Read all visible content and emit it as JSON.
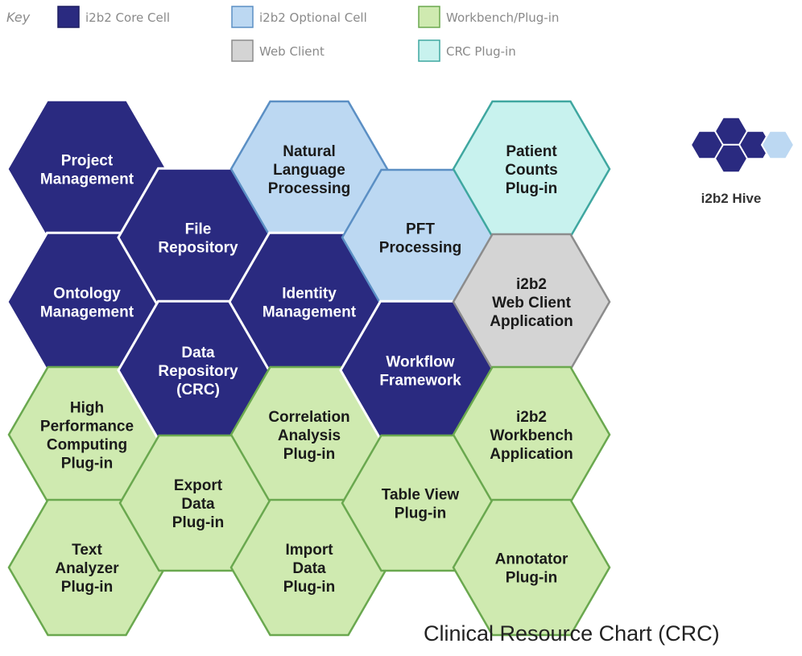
{
  "key": {
    "title": "Key",
    "items": [
      {
        "label": "i2b2 Core Cell",
        "type": "core"
      },
      {
        "label": "i2b2 Optional Cell",
        "type": "optional"
      },
      {
        "label": "Workbench/Plug-in",
        "type": "plugin"
      },
      {
        "label": "Web Client",
        "type": "web"
      },
      {
        "label": "CRC Plug-in",
        "type": "crc"
      }
    ]
  },
  "styles": {
    "core": {
      "fill": "#2a2a80",
      "stroke": "#ffffff",
      "text": "#ffffff"
    },
    "optional": {
      "fill": "#bcd8f2",
      "stroke": "#5b8fc4",
      "text": "#1a1a1a"
    },
    "plugin": {
      "fill": "#cfeab0",
      "stroke": "#6aa84f",
      "text": "#1a1a1a"
    },
    "web": {
      "fill": "#d4d4d4",
      "stroke": "#8c8c8c",
      "text": "#1a1a1a"
    },
    "crc": {
      "fill": "#c8f2ee",
      "stroke": "#3fa7a0",
      "text": "#1a1a1a"
    }
  },
  "cells": [
    {
      "name": "project-management",
      "type": "core",
      "lines": [
        "Project",
        "Management"
      ]
    },
    {
      "name": "ontology-management",
      "type": "core",
      "lines": [
        "Ontology",
        "Management"
      ]
    },
    {
      "name": "high-performance-computing",
      "type": "plugin",
      "lines": [
        "High",
        "Performance",
        "Computing",
        "Plug-in"
      ]
    },
    {
      "name": "text-analyzer",
      "type": "plugin",
      "lines": [
        "Text",
        "Analyzer",
        "Plug-in"
      ]
    },
    {
      "name": "file-repository",
      "type": "core",
      "lines": [
        "File",
        "Repository"
      ]
    },
    {
      "name": "data-repository",
      "type": "core",
      "lines": [
        "Data",
        "Repository",
        "(CRC)"
      ]
    },
    {
      "name": "export-data",
      "type": "plugin",
      "lines": [
        "Export",
        "Data",
        "Plug-in"
      ]
    },
    {
      "name": "natural-language-processing",
      "type": "optional",
      "lines": [
        "Natural",
        "Language",
        "Processing"
      ]
    },
    {
      "name": "identity-management",
      "type": "core",
      "lines": [
        "Identity",
        "Management"
      ]
    },
    {
      "name": "correlation-analysis",
      "type": "plugin",
      "lines": [
        "Correlation",
        "Analysis",
        "Plug-in"
      ]
    },
    {
      "name": "import-data",
      "type": "plugin",
      "lines": [
        "Import",
        "Data",
        "Plug-in"
      ]
    },
    {
      "name": "pft-processing",
      "type": "optional",
      "lines": [
        "PFT",
        "Processing"
      ]
    },
    {
      "name": "workflow-framework",
      "type": "core",
      "lines": [
        "Workflow",
        "Framework"
      ]
    },
    {
      "name": "table-view",
      "type": "plugin",
      "lines": [
        "Table View",
        "Plug-in"
      ]
    },
    {
      "name": "patient-counts",
      "type": "crc",
      "lines": [
        "Patient",
        "Counts",
        "Plug-in"
      ]
    },
    {
      "name": "web-client-application",
      "type": "web",
      "lines": [
        "i2b2",
        "Web Client",
        "Application"
      ]
    },
    {
      "name": "workbench-application",
      "type": "plugin",
      "lines": [
        "i2b2",
        "Workbench",
        "Application"
      ]
    },
    {
      "name": "annotator",
      "type": "plugin",
      "lines": [
        "Annotator",
        "Plug-in"
      ]
    }
  ],
  "hive": {
    "label": "i2b2 Hive"
  },
  "caption": "Clinical Resource Chart (CRC)"
}
